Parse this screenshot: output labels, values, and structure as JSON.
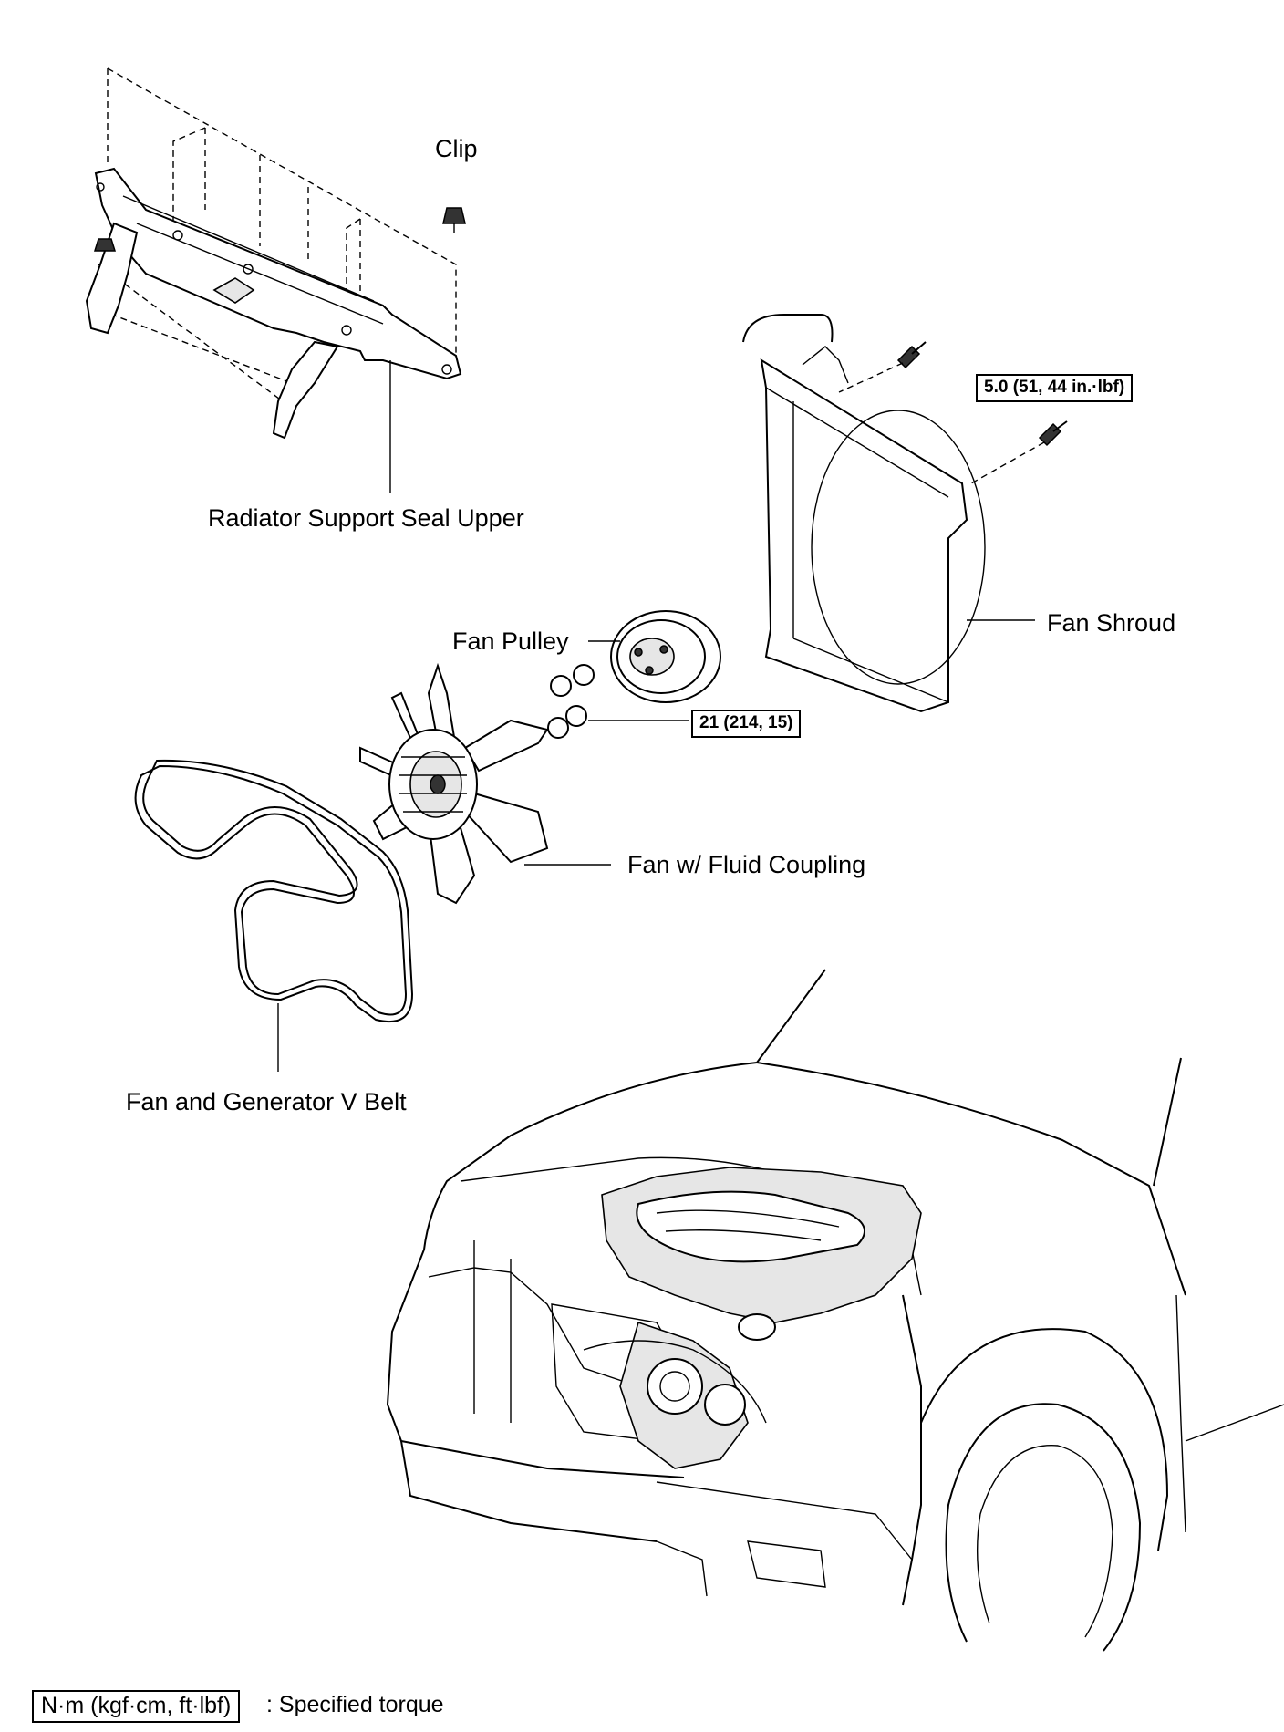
{
  "labels": {
    "clip": "Clip",
    "radiator_support_seal_upper": "Radiator Support Seal Upper",
    "fan_shroud": "Fan Shroud",
    "fan_pulley": "Fan Pulley",
    "fan_fluid_coupling": "Fan w/ Fluid Coupling",
    "fan_generator_belt": "Fan and Generator V Belt"
  },
  "torque": {
    "shroud_bolt": "5.0 (51, 44 in.·lbf)",
    "pulley_nut": "21 (214, 15)"
  },
  "legend": {
    "unit": "N·m (kgf·cm, ft·lbf)",
    "text": ": Specified torque"
  }
}
